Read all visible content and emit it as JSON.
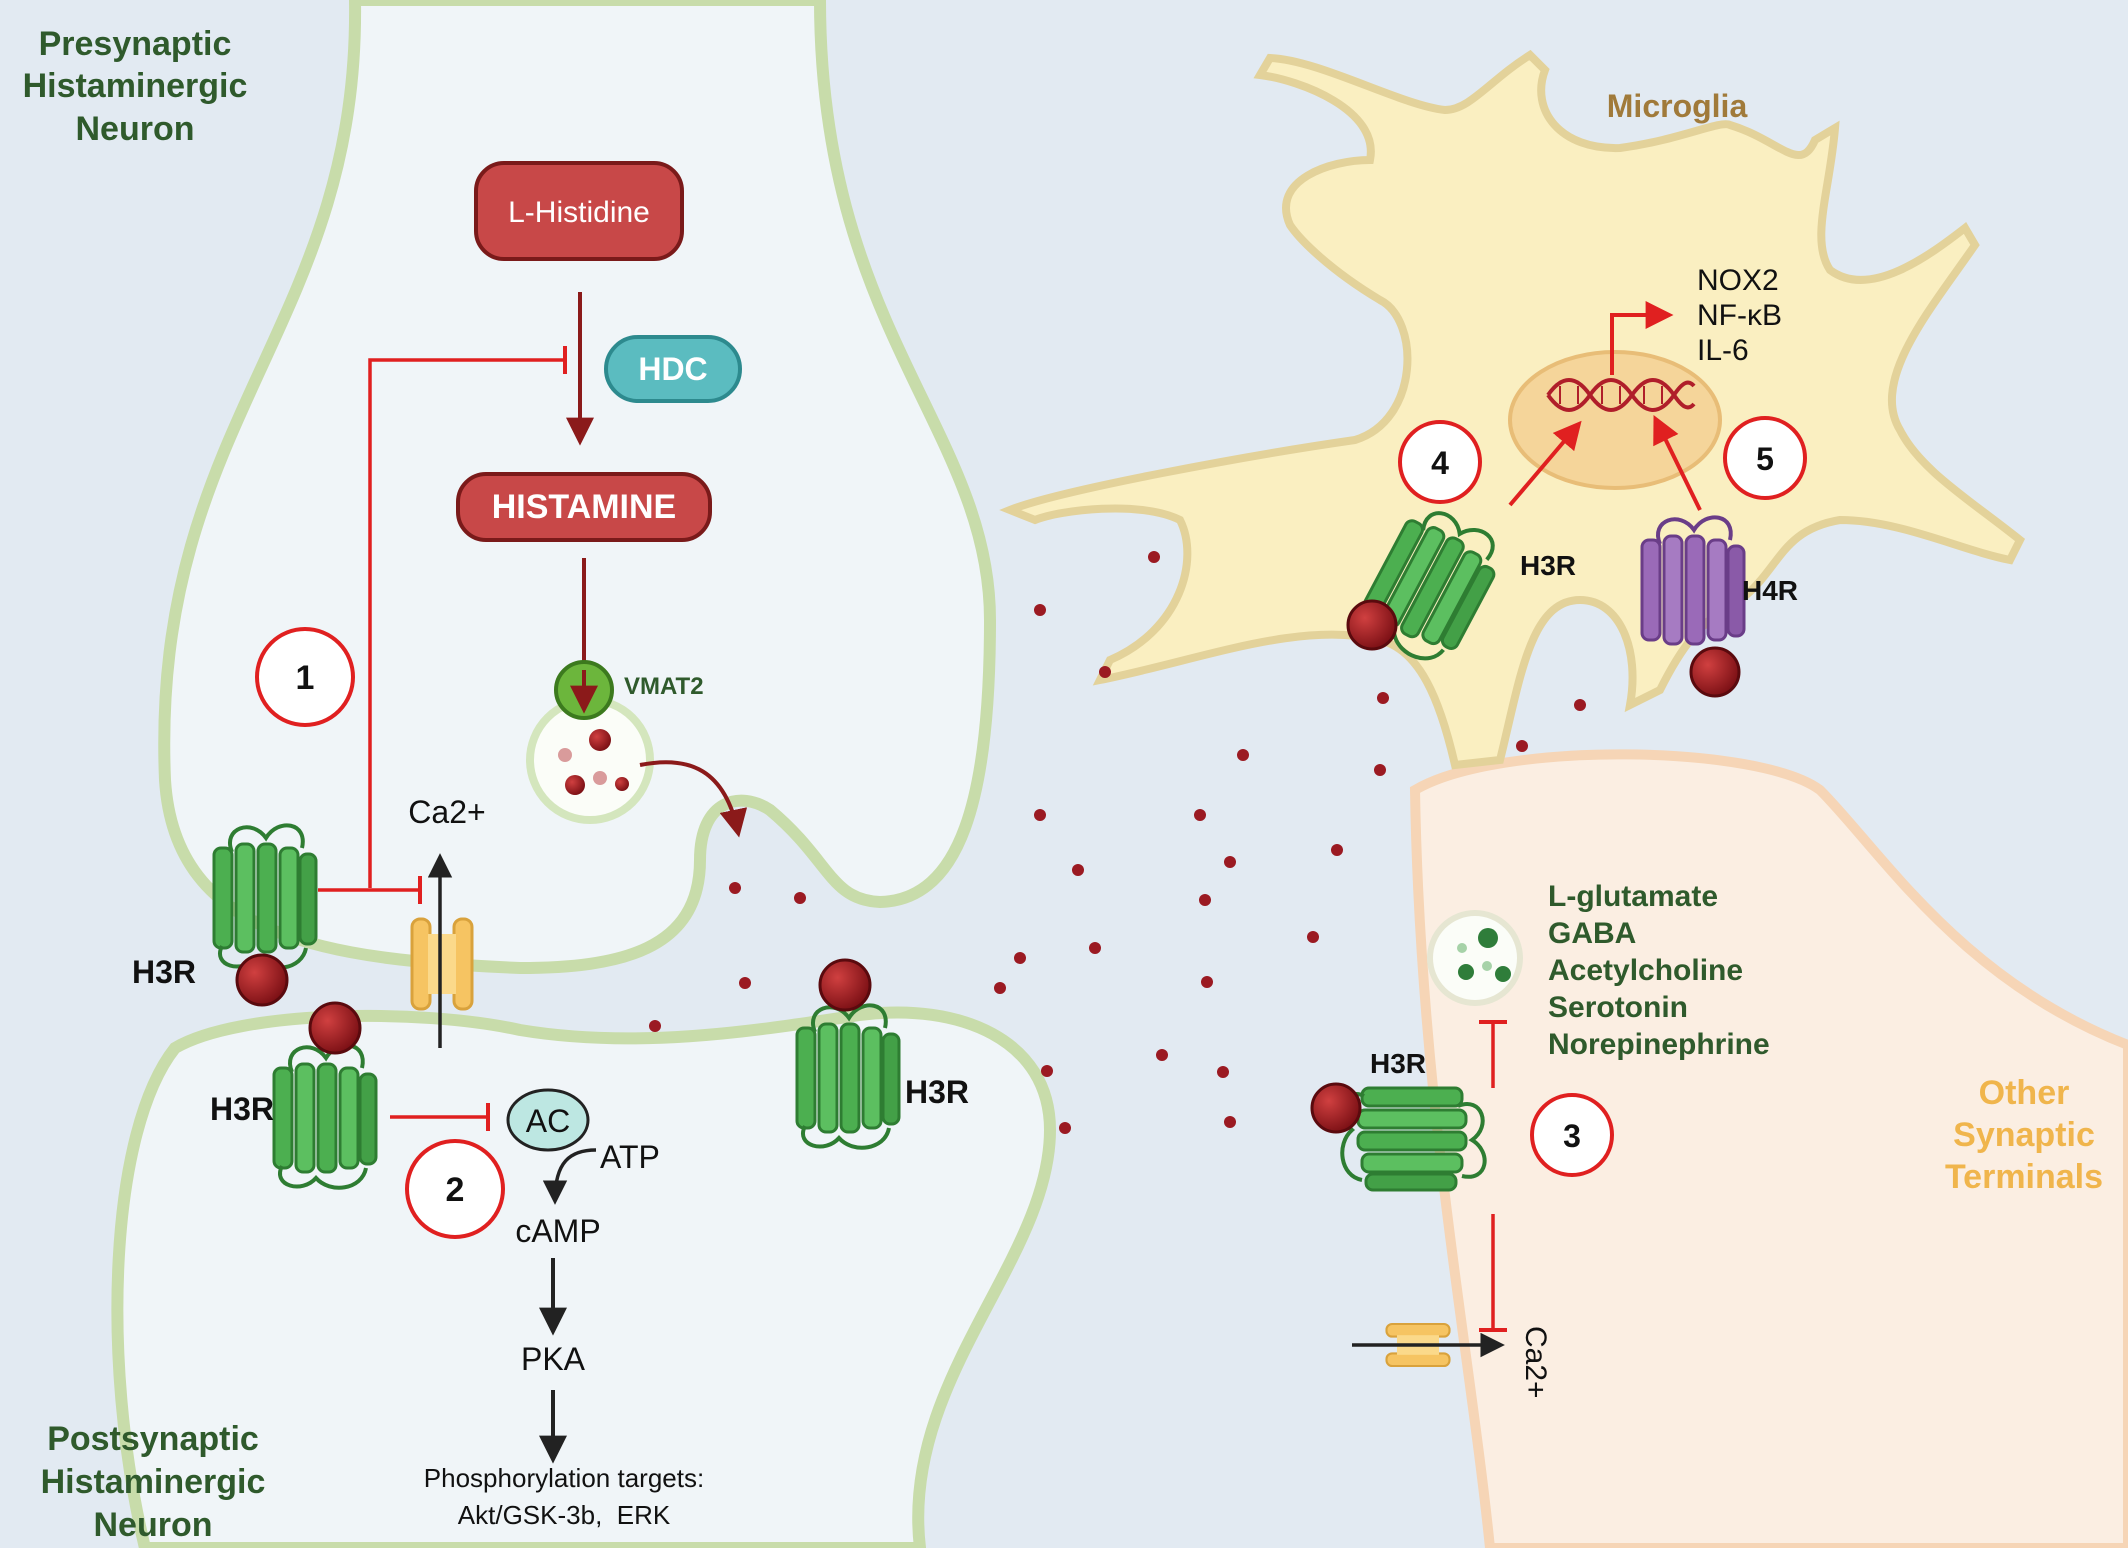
{
  "labels": {
    "presynaptic": [
      "Presynaptic",
      "Histaminergic",
      "Neuron"
    ],
    "postsynaptic": [
      "Postsynaptic",
      "Histaminergic",
      "Neuron"
    ],
    "microglia": "Microglia",
    "other_terminals": [
      "Other",
      "Synaptic",
      "Terminals"
    ]
  },
  "molecules": {
    "l_histidine": "L-Histidine",
    "hdc": "HDC",
    "histamine": "HISTAMINE",
    "vmat2": "VMAT2",
    "ca": "Ca2+",
    "ac": "AC",
    "atp": "ATP",
    "camp": "cAMP",
    "pka": "PKA",
    "phospho_title": "Phosphorylation targets:",
    "phospho_targets": "Akt/GSK-3b,  ERK"
  },
  "receptors": {
    "h3r": "H3R",
    "h4r": "H4R"
  },
  "microglia_genes": [
    "NOX2",
    "NF-κB",
    "IL-6"
  ],
  "neurotransmitters": [
    "L-glutamate",
    "GABA",
    "Acetylcholine",
    "Serotonin",
    "Norepinephrine"
  ],
  "steps": [
    "1",
    "2",
    "3",
    "4",
    "5"
  ],
  "colors": {
    "background": "#e2eaf2",
    "neuron_fill": "#f0f5f8",
    "membrane": "#c8dcaa",
    "microglia_fill": "#faefc1",
    "microglia_membrane": "#e3d29a",
    "terminal_fill": "#fbeee2",
    "terminal_membrane": "#f6d5b6",
    "label_green": "#2f5a2c",
    "label_brown": "#a07a3a",
    "label_orange": "#f0b54c",
    "dark_red": "#8b1a1a",
    "inhibit_red": "#e02020",
    "receptor_green": "#4caf50",
    "receptor_purple": "#8a5aa8",
    "hdc_teal": "#5bbcc0",
    "histidine_red": "#c84848"
  }
}
